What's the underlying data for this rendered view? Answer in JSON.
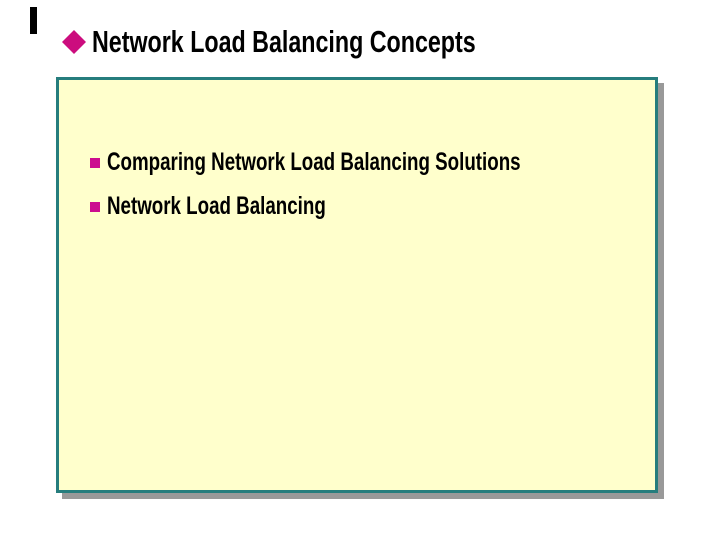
{
  "slide": {
    "title": "Network Load Balancing Concepts",
    "bullets": [
      {
        "label": "Comparing Network Load Balancing Solutions"
      },
      {
        "label": "Network Load Balancing"
      }
    ]
  },
  "icons": {
    "title_bullet": "diamond-icon",
    "list_bullet": "square-icon",
    "cursor": "text-cursor"
  },
  "colors": {
    "background": "#ffffff",
    "accent_magenta_diamond": "#cc0d7e",
    "accent_magenta_square": "#cc0d8f",
    "box_fill": "#ffffcc",
    "box_border_teal": "#267d7d",
    "box_shadow_gray": "#999999",
    "title_text": "#000000",
    "body_text": "#000000",
    "text_cursor": "#000000"
  }
}
